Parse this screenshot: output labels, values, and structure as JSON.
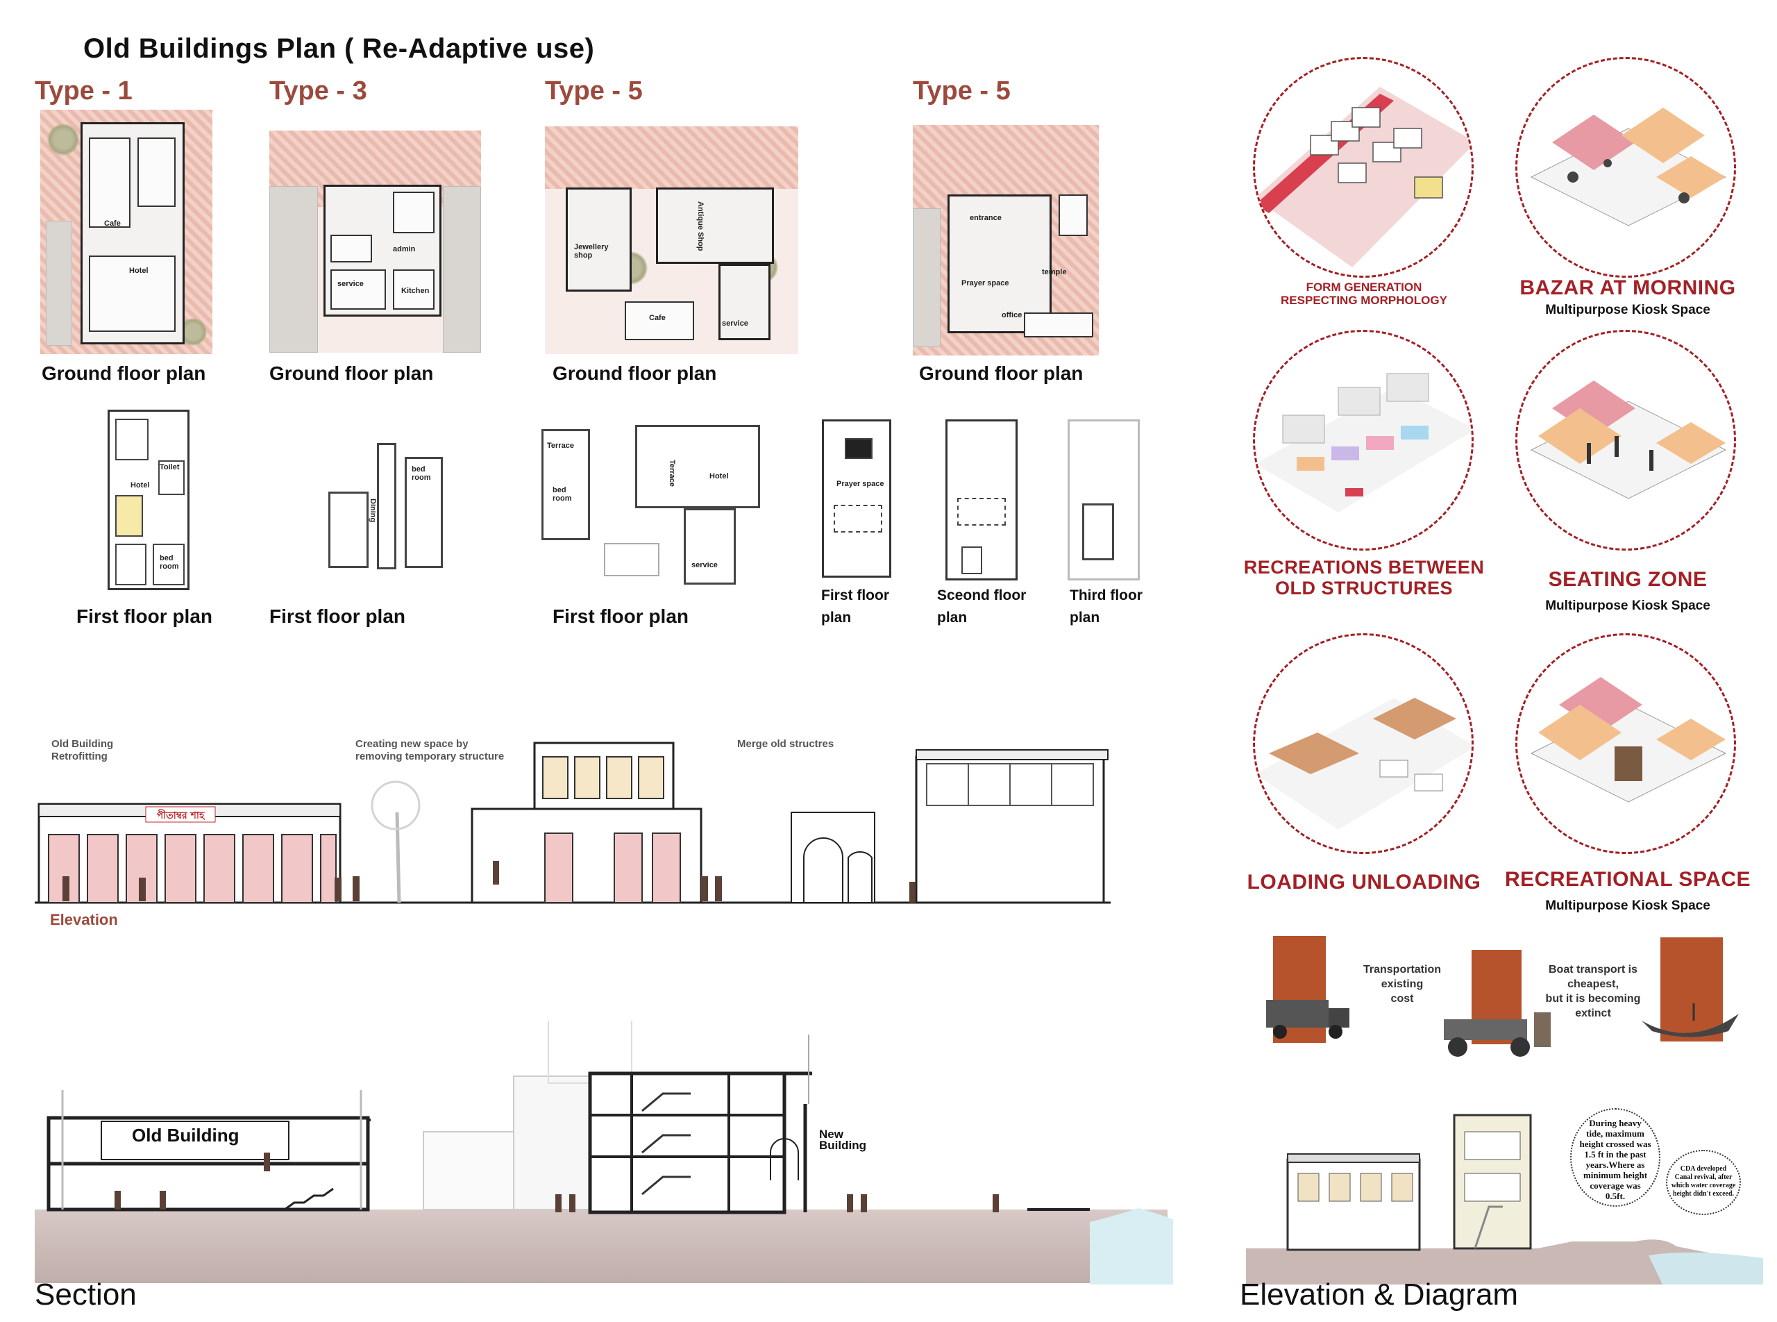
{
  "main_title": "Old Buildings Plan ( Re-Adaptive use)",
  "types": [
    {
      "label": "Type - 1"
    },
    {
      "label": "Type - 3"
    },
    {
      "label": "Type - 5"
    },
    {
      "label": "Type - 5"
    }
  ],
  "ground_floor": {
    "label": "Ground floor plan",
    "rooms": {
      "cafe": "Cafe",
      "hotel": "Hotel",
      "admin": "admin",
      "kitchen": "Kitchen",
      "service": "service",
      "jewellery": "Jewellery shop",
      "antique": "Antique Shop",
      "entrance": "entrance",
      "prayer": "Prayer space",
      "temple": "temple",
      "office": "office"
    }
  },
  "first_floor": {
    "label": "First floor plan",
    "rooms": {
      "toilet": "Toilet",
      "hotel": "Hotel",
      "bedroom": "bed room",
      "dining": "Dining",
      "terrace": "Terrace",
      "service": "service",
      "prayer": "Prayer space"
    }
  },
  "upper_floors": {
    "first": {
      "line1": "First floor",
      "line2": "plan"
    },
    "second": {
      "line1": "Sceond floor",
      "line2": "plan"
    },
    "third": {
      "line1": "Third floor",
      "line2": "plan"
    }
  },
  "elevation": {
    "caption": "Elevation",
    "notes": {
      "retrofit": "Old Building Retrofitting",
      "creating": "Creating new space by removing temporary structure",
      "merge": "Merge old structres"
    },
    "sign": "পীতাম্বর শাহ"
  },
  "section": {
    "caption": "Section",
    "old_building": "Old Building",
    "new_building": "New Building"
  },
  "diagrams": [
    {
      "title": "FORM GENERATION RESPECTING MORPHOLOGY",
      "subtitle": ""
    },
    {
      "title": "BAZAR AT MORNING",
      "subtitle": "Multipurpose Kiosk Space"
    },
    {
      "title": "RECREATIONS BETWEEN OLD STRUCTURES",
      "subtitle": ""
    },
    {
      "title": "SEATING ZONE",
      "subtitle": "Multipurpose Kiosk Space"
    },
    {
      "title": "LOADING UNLOADING",
      "subtitle": ""
    },
    {
      "title": "RECREATIONAL SPACE",
      "subtitle": "Multipurpose Kiosk Space"
    }
  ],
  "transport": {
    "note1": {
      "line1": "Transportation",
      "line2": "existing",
      "line3": "cost"
    },
    "note2": {
      "line1": "Boat transport is",
      "line2": "cheapest,",
      "line3": "but it is becoming",
      "line4": "extinct"
    }
  },
  "right_bottom": {
    "caption": "Elevation & Diagram",
    "bubble1": {
      "l1": "During heavy",
      "l2": "tide, maximum",
      "l3": "height crossed was",
      "l4": "1.5 ft in the past",
      "l5": "years.Where as",
      "l6": "minimum height",
      "l7": "coverage was",
      "l8": "0.5ft."
    },
    "bubble2": {
      "l1": "CDA developed",
      "l2": "Canal revival, after",
      "l3": "which water coverage",
      "l4": "height didn't exceed."
    }
  },
  "colors": {
    "accent_red": "#a32025",
    "type_brown": "#9b4a3c",
    "paving_pink": "#e8b5a6",
    "kiosk_orange": "#f3c08d",
    "kiosk_pink": "#e79aa4",
    "cost_brown": "#b6532c"
  }
}
